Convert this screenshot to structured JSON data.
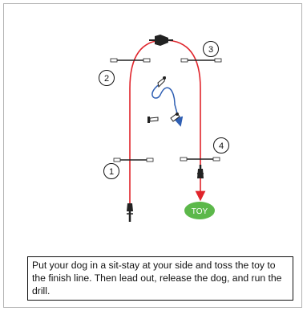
{
  "diagram": {
    "obstacles": [
      {
        "label": "1"
      },
      {
        "label": "2"
      },
      {
        "label": "3"
      },
      {
        "label": "4"
      }
    ],
    "toy_label": "TOY",
    "colors": {
      "handler_path": "#e0242b",
      "dog_path": "#2f5fb3",
      "toy": "#5cb84a",
      "jump_bar": "#222222"
    }
  },
  "caption": {
    "text": "Put your dog in a sit-stay at your side and toss the toy to the finish line. Then lead out, release the dog, and run the drill."
  }
}
